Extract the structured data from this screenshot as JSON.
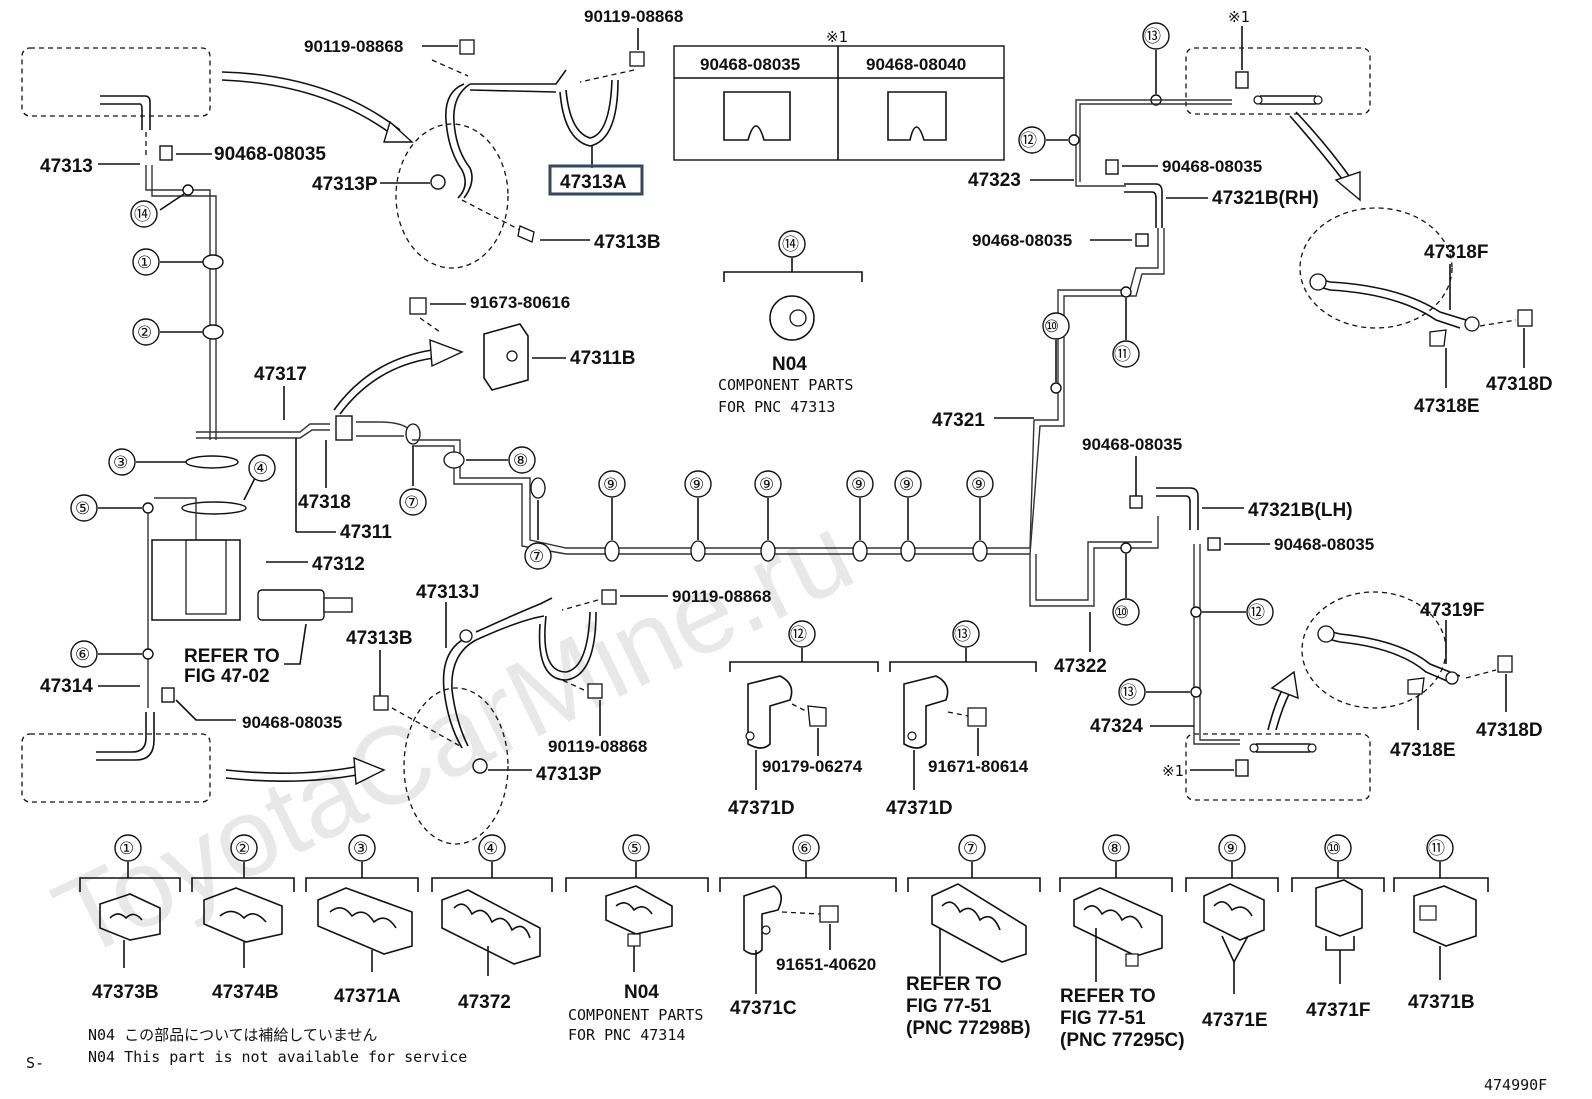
{
  "watermark": "ToyotaCarMine.ru",
  "figure_code": "474990F",
  "corner_mark": "S-",
  "note_mark": "※1",
  "clips_table": {
    "mark": "※1",
    "col1": "90468-08035",
    "col2": "90468-08040"
  },
  "labels": {
    "p47313": "47313",
    "p47313P_top": "47313P",
    "p47313B_top": "47313B",
    "p47313A": "47313A",
    "p90119_a": "90119-08868",
    "p90119_b": "90119-08868",
    "p90468_a": "90468-08035",
    "p91673": "91673-80616",
    "p47311B": "47311B",
    "p47317": "47317",
    "p47318": "47318",
    "p47311": "47311",
    "p47312": "47312",
    "refer_fig": "REFER TO",
    "refer_fig2": "FIG 47-02",
    "p47313J": "47313J",
    "p47313B_bot": "47313B",
    "p90119_c": "90119-08868",
    "p90119_d": "90119-08868",
    "p47313P_bot": "47313P",
    "p47314": "47314",
    "p90468_b": "90468-08035",
    "n04_a": "N04",
    "comp_a1": "COMPONENT PARTS",
    "comp_a2": "FOR PNC 47313",
    "p47323": "47323",
    "p90468_c": "90468-08035",
    "p47321B_rh": "47321B(RH)",
    "p90468_d": "90468-08035",
    "p47318F": "47318F",
    "p47318D_top": "47318D",
    "p47318E_top": "47318E",
    "p47321": "47321",
    "p90468_e": "90468-08035",
    "p47321B_lh": "47321B(LH)",
    "p90468_f": "90468-08035",
    "p47319F": "47319F",
    "p47318D_bot": "47318D",
    "p47318E_bot": "47318E",
    "p47322": "47322",
    "p47324": "47324",
    "p90179": "90179-06274",
    "p47371D_a": "47371D",
    "p91671": "91671-80614",
    "p47371D_b": "47371D"
  },
  "callouts": [
    "①",
    "②",
    "③",
    "④",
    "⑤",
    "⑥",
    "⑦",
    "⑧",
    "⑨",
    "⑩",
    "⑪",
    "⑫",
    "⑬",
    "⑭"
  ],
  "bottom_parts": [
    {
      "num": "①",
      "pn": "47373B"
    },
    {
      "num": "②",
      "pn": "47374B"
    },
    {
      "num": "③",
      "pn": "47371A"
    },
    {
      "num": "④",
      "pn": "47372"
    },
    {
      "num": "⑤",
      "pn": "N04",
      "sub1": "COMPONENT PARTS",
      "sub2": "FOR PNC 47314"
    },
    {
      "num": "⑥",
      "pn": "47371C",
      "extra": "91651-40620"
    },
    {
      "num": "⑦",
      "pn": "",
      "sub1": "REFER TO",
      "sub2": "FIG 77-51",
      "sub3": "(PNC 77298B)"
    },
    {
      "num": "⑧",
      "pn": "",
      "sub1": "REFER TO",
      "sub2": "FIG 77-51",
      "sub3": "(PNC 77295C)"
    },
    {
      "num": "⑨",
      "pn": "47371E"
    },
    {
      "num": "⑩",
      "pn": "47371F"
    },
    {
      "num": "⑪",
      "pn": "47371B"
    }
  ],
  "notes": {
    "jp": "N04 この部品については補給していません",
    "en": "N04 This part is not available for service"
  }
}
